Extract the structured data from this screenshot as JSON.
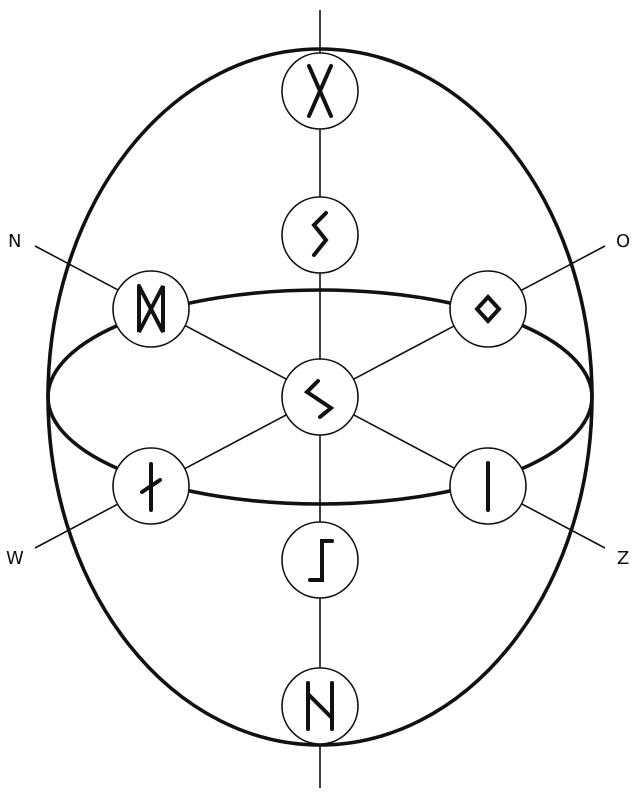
{
  "labels": {
    "north": "N",
    "east": "O",
    "south": "Z",
    "west": "W"
  },
  "runes": [
    {
      "id": "rune-gebo",
      "name": "gebo"
    },
    {
      "id": "rune-sowilo",
      "name": "sowilo"
    },
    {
      "id": "rune-dagaz",
      "name": "dagaz"
    },
    {
      "id": "rune-ingwaz",
      "name": "ingwaz"
    },
    {
      "id": "rune-eihwaz",
      "name": "eihwaz"
    },
    {
      "id": "rune-nauthiz",
      "name": "nauthiz"
    },
    {
      "id": "rune-isa",
      "name": "isa"
    },
    {
      "id": "rune-perthro",
      "name": "perthro"
    },
    {
      "id": "rune-hagalaz",
      "name": "hagalaz"
    }
  ],
  "colors": {
    "stroke": "#111111",
    "background": "#ffffff"
  }
}
